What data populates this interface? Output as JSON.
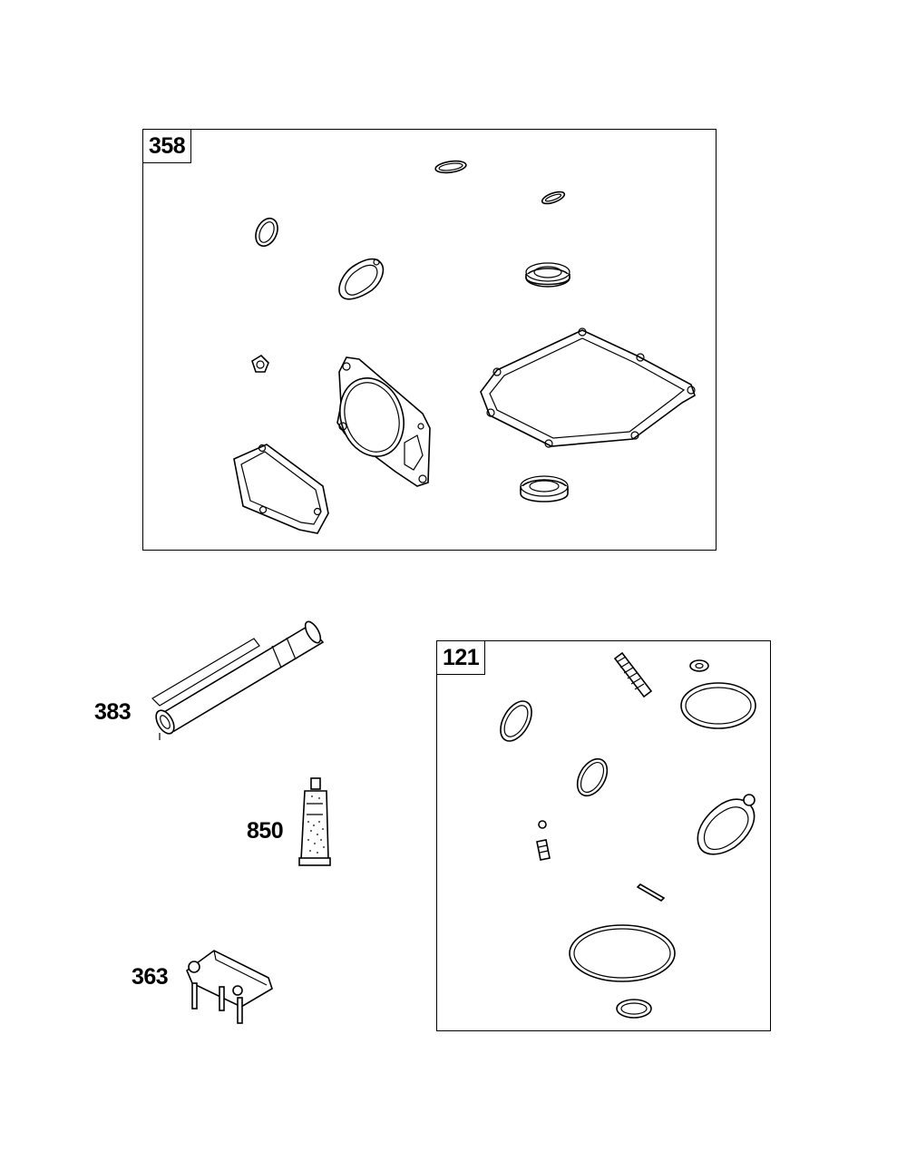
{
  "diagram": {
    "kits": [
      {
        "id": "kit-358",
        "label": "358"
      },
      {
        "id": "kit-121",
        "label": "121"
      }
    ],
    "callouts": [
      {
        "id": "part-383",
        "label": "383"
      },
      {
        "id": "part-850",
        "label": "850"
      },
      {
        "id": "part-363",
        "label": "363"
      }
    ]
  }
}
